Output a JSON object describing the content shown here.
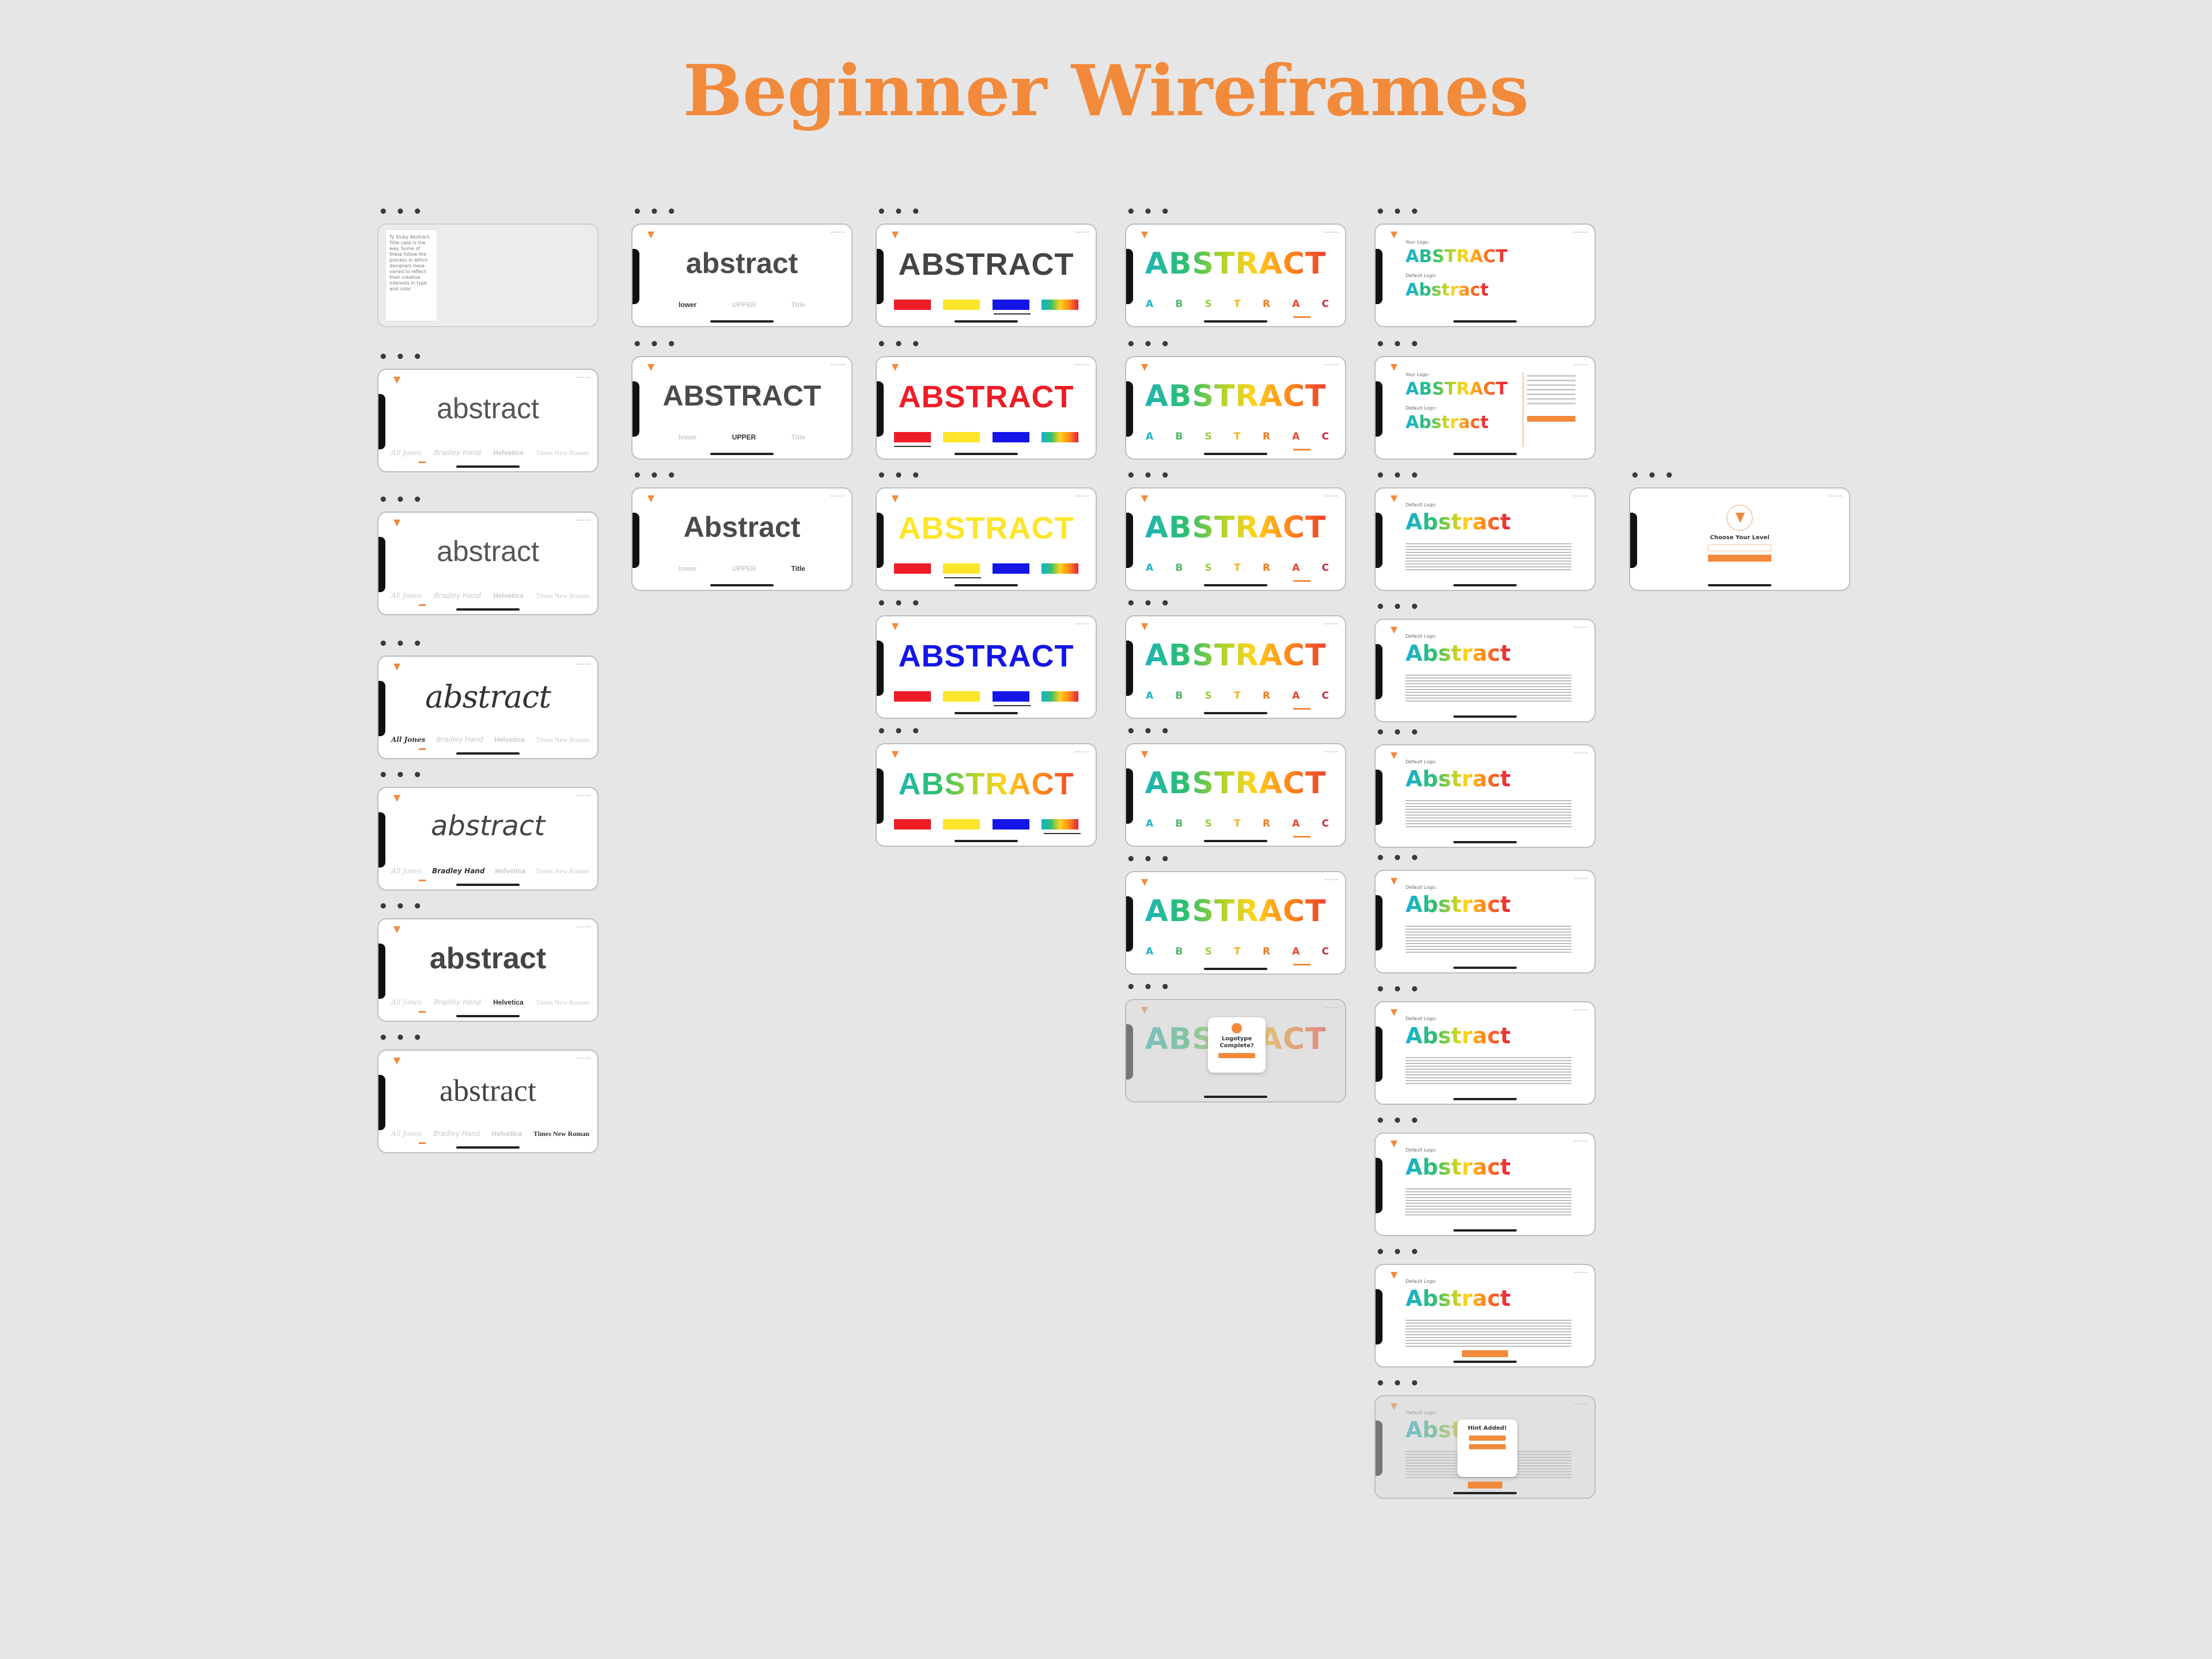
{
  "page": {
    "title": "Beginner Wireframes"
  },
  "colors": {
    "accent": "#f28a3c",
    "background": "#e6e6e6"
  },
  "frame_menu": "• • •",
  "col1": {
    "intro_text": "Ty Sluby Abstract. Title case is the way. Some of these follow the process in which designers have varied to reflect their creative interests in type and color.",
    "frames": [
      {
        "word": "abstract",
        "style": "light"
      },
      {
        "word": "abstract",
        "style": "light"
      },
      {
        "word": "abstract",
        "style": "script"
      },
      {
        "word": "abstract",
        "style": "hand"
      },
      {
        "word": "abstract",
        "style": "heavy"
      },
      {
        "word": "abstract",
        "style": "times"
      }
    ],
    "font_options": [
      "All Jones",
      "Bradley Hand",
      "Helvetica",
      "Times New Roman"
    ],
    "active_font": [
      -1,
      -1,
      0,
      1,
      2,
      3
    ]
  },
  "col2": {
    "frames": [
      {
        "word": "abstract",
        "active_case": 0
      },
      {
        "word": "ABSTRACT",
        "active_case": 1
      },
      {
        "word": "Abstract",
        "active_case": 2
      }
    ],
    "case_options": [
      "lower",
      "UPPER",
      "Title"
    ]
  },
  "col3": {
    "frames": [
      {
        "word": "ABSTRACT",
        "color": "#444444",
        "gradient": false,
        "selected_swatch": 2
      },
      {
        "word": "ABSTRACT",
        "color": "#ee1c25",
        "gradient": false,
        "selected_swatch": 0
      },
      {
        "word": "ABSTRACT",
        "color": "#fde52a",
        "gradient": false,
        "selected_swatch": 1
      },
      {
        "word": "ABSTRACT",
        "color": "#1515e8",
        "gradient": false,
        "selected_swatch": 2
      },
      {
        "word": "ABSTRACT",
        "color": "",
        "gradient": true,
        "selected_swatch": 3
      }
    ],
    "swatches": [
      "#ee1c25",
      "#fde52a",
      "#1515e8",
      "gradient"
    ]
  },
  "col4": {
    "frames": [
      {
        "word": "ABSTRACT"
      },
      {
        "word": "ABSTRACT"
      },
      {
        "word": "ABSTRACT"
      },
      {
        "word": "ABSTRACT"
      },
      {
        "word": "ABSTRACT"
      },
      {
        "word": "ABSTRACT"
      }
    ],
    "glyphs": [
      "A",
      "B",
      "S",
      "T",
      "R",
      "A",
      "C"
    ],
    "complete_popup": {
      "word": "ABSTRACT",
      "title": "Logotype Complete?"
    }
  },
  "col5": {
    "your_logo_label": "Your Logo:",
    "default_logo_label": "Default Logo:",
    "logo_word": "Abstract",
    "logo_word_caps": "ABSTRACT",
    "frames_count": 10,
    "added_popup_title": "Hint Added!"
  },
  "col6": {
    "choose_title": "Choose Your Level"
  }
}
